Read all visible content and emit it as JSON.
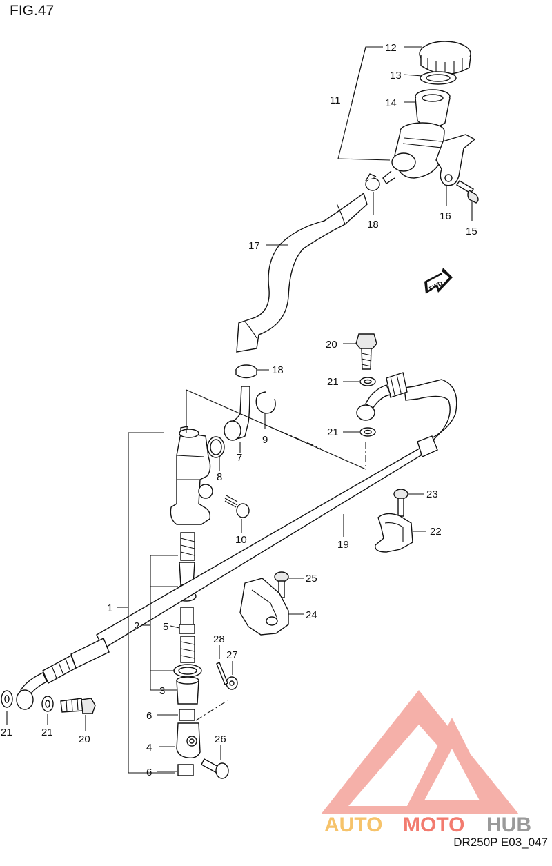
{
  "figure": {
    "title": "FIG.47",
    "code": "DR250P E03_047"
  },
  "fwd_label": "FWD",
  "watermark": {
    "text_auto": "AUTO",
    "text_moto": "MOTO",
    "text_hub": "HUB",
    "color_red": "#f27b6f",
    "color_gold": "#f6c36b",
    "color_grey": "#9a9a9a"
  },
  "labels": {
    "p1": "1",
    "p2": "2",
    "p3": "3",
    "p4": "4",
    "p5": "5",
    "p6a": "6",
    "p6b": "6",
    "p7": "7",
    "p8": "8",
    "p9": "9",
    "p10": "10",
    "p11": "11",
    "p12": "12",
    "p13": "13",
    "p14": "14",
    "p15": "15",
    "p16": "16",
    "p17": "17",
    "p18a": "18",
    "p18b": "18",
    "p19": "19",
    "p20a": "20",
    "p20b": "20",
    "p21a": "21",
    "p21b": "21",
    "p21c": "21",
    "p21d": "21",
    "p22": "22",
    "p23": "23",
    "p24": "24",
    "p25": "25",
    "p26": "26",
    "p27": "27",
    "p28": "28"
  }
}
